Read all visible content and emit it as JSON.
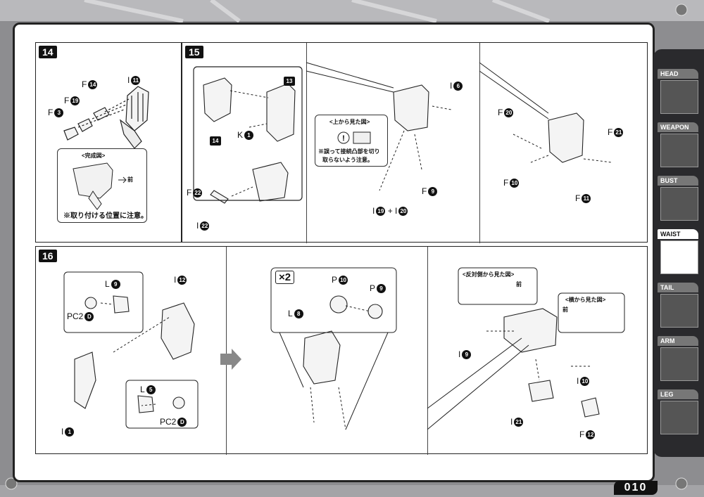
{
  "page_number": "010",
  "steps": [
    {
      "number": "14",
      "labels": {
        "f3": "F",
        "f3_num": "3",
        "f19": "F",
        "f19_num": "19",
        "f14": "F",
        "f14_num": "14",
        "i11": "I",
        "i11_num": "11"
      },
      "inset_title": "<完成図>",
      "inset_arrow": "前",
      "note": "※取り付ける位置に注意。"
    },
    {
      "number": "15",
      "labels": {
        "n13": "13",
        "n14": "14",
        "k1": "K",
        "k1_num": "1",
        "f22": "F",
        "f22_num": "22",
        "i22": "I",
        "i22_num": "22",
        "i6": "I",
        "i6_num": "6",
        "f9": "F",
        "f9_num": "9",
        "i19": "I",
        "i19_num": "19",
        "plus": "+",
        "i20": "I",
        "i20_num": "20",
        "f20": "F",
        "f20_num": "20",
        "f21": "F",
        "f21_num": "21",
        "f10": "F",
        "f10_num": "10",
        "f11": "F",
        "f11_num": "11"
      },
      "inset_title": "<上から見た図>",
      "note_line1": "※誤って接続凸部を切り",
      "note_line2": "取らないよう注意。"
    },
    {
      "number": "16",
      "labels": {
        "l9": "L",
        "l9_num": "9",
        "pc2a": "PC2",
        "pc2a_num": "D",
        "i12": "I",
        "i12_num": "12",
        "i1": "I",
        "i1_num": "1",
        "l5": "L",
        "l5_num": "5",
        "pc2b": "PC2",
        "pc2b_num": "D",
        "x2": "×2",
        "p10": "P",
        "p10_num": "10",
        "p9": "P",
        "p9_num": "9",
        "l8": "L",
        "l8_num": "8",
        "i9": "I",
        "i9_num": "9",
        "i10": "I",
        "i10_num": "10",
        "i21": "I",
        "i21_num": "21",
        "f12": "F",
        "f12_num": "12"
      },
      "inset_title_a": "<反対側から見た図>",
      "inset_arrow_a": "前",
      "inset_title_b": "<横から見た図>",
      "inset_arrow_b": "前"
    }
  ],
  "sidebar": {
    "tabs": [
      {
        "label": "HEAD"
      },
      {
        "label": "WEAPON"
      },
      {
        "label": "BUST"
      },
      {
        "label": "WAIST"
      },
      {
        "label": "TAIL"
      },
      {
        "label": "ARM"
      },
      {
        "label": "LEG"
      }
    ],
    "active": "WAIST"
  },
  "colors": {
    "background": "#8d8d90",
    "sidebar": "#2a2a2d",
    "ink": "#111111"
  }
}
